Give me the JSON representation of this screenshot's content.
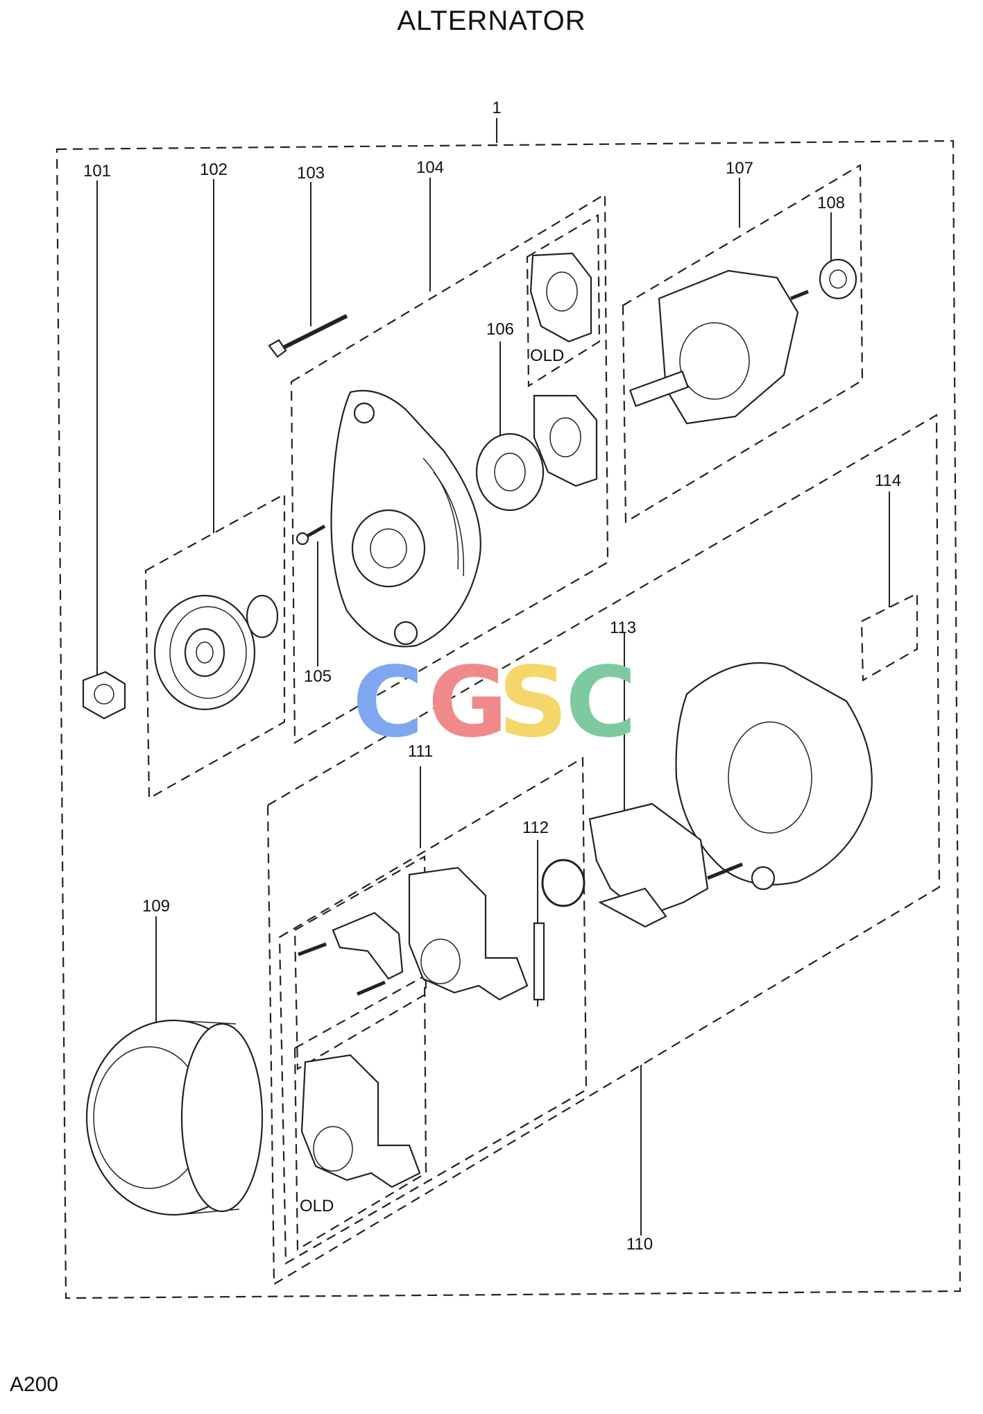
{
  "title": "ALTERNATOR",
  "page_code": "A200",
  "watermark": {
    "letters": [
      "C",
      "G",
      "S",
      "C"
    ],
    "colors": [
      "#7fa7f0",
      "#f08a8a",
      "#f5d66a",
      "#7ec9a0"
    ]
  },
  "callouts": {
    "c1": "1",
    "c101": "101",
    "c102": "102",
    "c103": "103",
    "c104": "104",
    "c105": "105",
    "c106": "106",
    "c107": "107",
    "c108": "108",
    "c109": "109",
    "c110": "110",
    "c111": "111",
    "c112": "112",
    "c113": "113",
    "c114": "114"
  },
  "old_labels": {
    "gasket": "OLD",
    "regulator": "OLD"
  }
}
